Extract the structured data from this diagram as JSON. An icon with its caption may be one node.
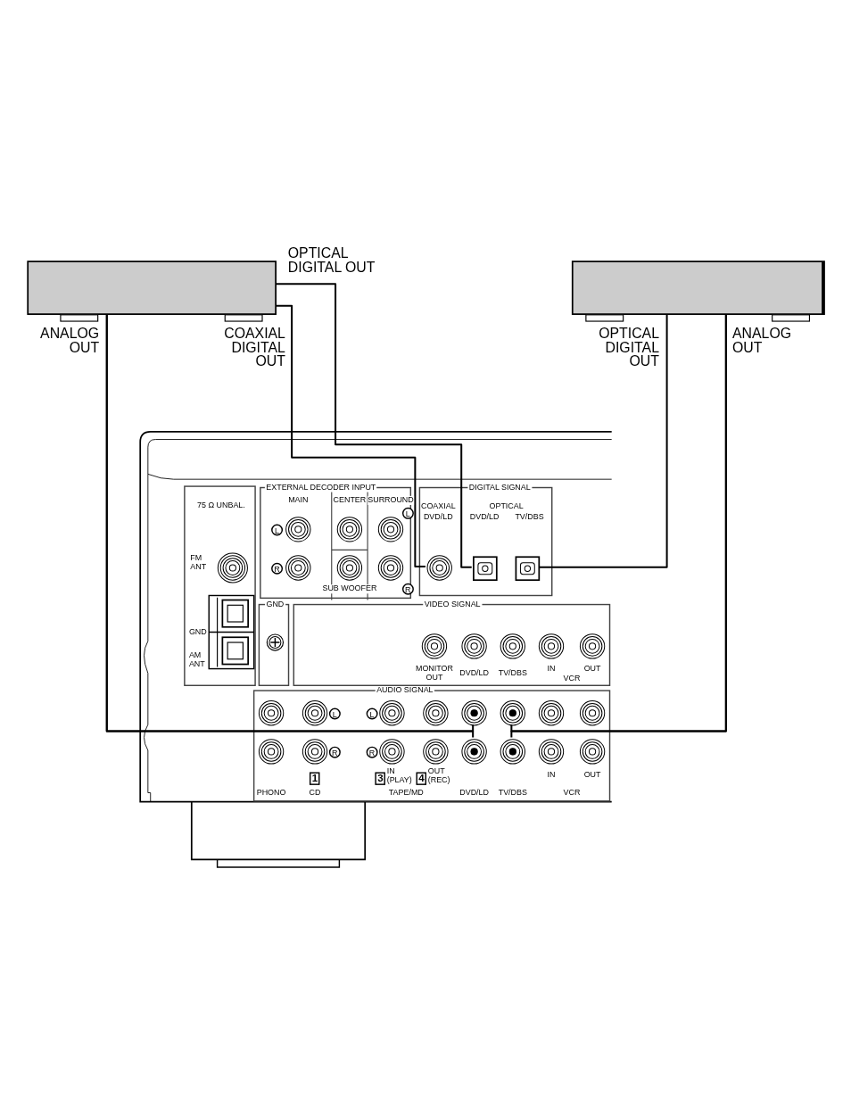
{
  "diagram": {
    "nodes": [
      {
        "text": [],
        "shape": "box",
        "beside": [
          "OPTICAL DIGITAL OUT",
          "ANALOG OUT",
          "COAXIAL DIGITAL OUT"
        ]
      },
      {
        "text": [],
        "shape": "box",
        "beside": [
          "OPTICAL DIGITAL OUT",
          "ANALOG OUT"
        ]
      },
      {
        "text": [],
        "shape": "box"
      },
      {
        "text": [
          "75 Ω UNBAL.",
          "FM ANT",
          "GND",
          "AM ANT"
        ],
        "in": 2
      },
      {
        "text": [
          "EXTERNAL DECODER INPUT",
          "MAIN",
          "CENTER",
          "SURROUND",
          "L",
          "L",
          "R",
          "SUB WOOFER",
          "R"
        ],
        "in": 2
      },
      {
        "text": [
          "DIGITAL SIGNAL",
          "COAXIAL",
          "OPTICAL",
          "DVD/LD",
          "DVD/LD",
          "TV/DBS"
        ],
        "in": 2
      },
      {
        "text": [],
        "shape": "circle",
        "in": 5
      },
      {
        "text": [],
        "shape": "box",
        "in": 5
      },
      {
        "text": [],
        "shape": "box",
        "in": 5
      },
      {
        "text": [
          "GND"
        ],
        "in": 2
      },
      {
        "text": [
          "VIDEO SIGNAL",
          "MONITOR OUT",
          "DVD/LD",
          "TV/DBS",
          "IN",
          "VCR",
          "OUT"
        ],
        "in": 2
      },
      {
        "text": [
          "AUDIO SIGNAL",
          "L",
          "L",
          "R",
          "R",
          "1",
          "3",
          "IN (PLAY)",
          "4",
          "OUT (REC)",
          "IN",
          "OUT",
          "PHONO",
          "CD",
          "TAPE/MD",
          "DVD/LD",
          "TV/DBS",
          "VCR"
        ],
        "in": 2
      },
      {
        "text": [],
        "shape": "circle",
        "in": 11
      },
      {
        "text": [],
        "shape": "circle",
        "in": 11
      },
      {
        "text": [],
        "shape": "circle",
        "in": 11
      },
      {
        "text": [],
        "shape": "circle",
        "in": 11
      }
    ],
    "edges": [
      {
        "from": 0,
        "to": 6,
        "arrow": "none"
      },
      {
        "from": 0,
        "to": 7,
        "arrow": "none"
      },
      {
        "from": 0,
        "to": 12,
        "arrow": "none"
      },
      {
        "from": 0,
        "to": 14,
        "arrow": "none"
      },
      {
        "from": 1,
        "to": 8,
        "arrow": "none"
      },
      {
        "from": 1,
        "to": 13,
        "arrow": "none"
      },
      {
        "from": 1,
        "to": 15,
        "arrow": "none"
      }
    ]
  }
}
